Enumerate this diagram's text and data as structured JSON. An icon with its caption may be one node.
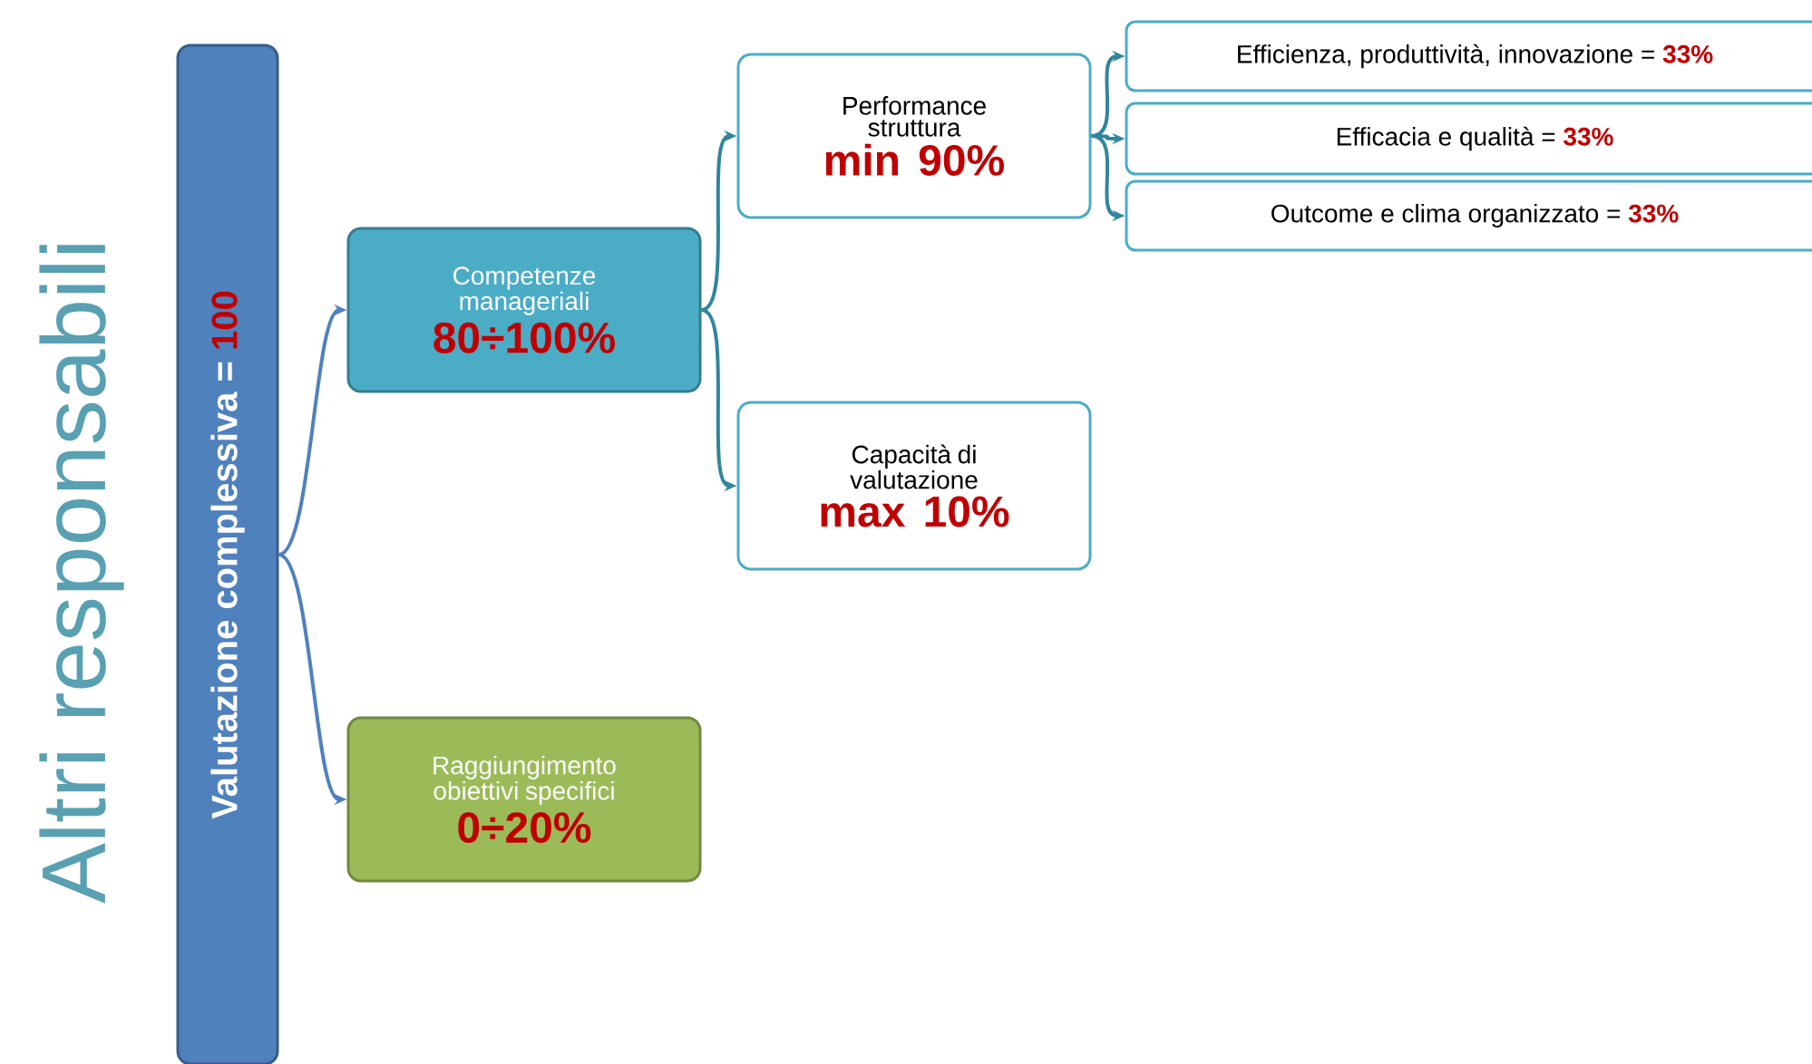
{
  "diagram": {
    "nodes": [
      {
        "text": [
          "Valutazione complessiva =",
          "100"
        ]
      },
      {
        "text": [
          "Competenze manageriali",
          "80÷100%"
        ]
      },
      {
        "text": [
          "Performance struttura",
          "min 90%"
        ]
      },
      {
        "text": [
          "Efficienza, produttività, innovazione =",
          "33%"
        ]
      },
      {
        "text": [
          "Efficacia e qualità =",
          "33%"
        ]
      },
      {
        "text": [
          "Outcome e clima organizzato =",
          "33%"
        ]
      },
      {
        "text": [
          "Capacità di valutazione",
          "max 10%"
        ]
      },
      {
        "text": [
          "Raggiungimento obiettivi specifici",
          "0÷20%"
        ]
      }
    ],
    "edges": [
      {
        "from": 0,
        "to": 1,
        "arrow": "to",
        "color": "#4f81bd"
      },
      {
        "from": 0,
        "to": 7,
        "arrow": "to",
        "color": "#4f81bd"
      },
      {
        "from": 1,
        "to": 2,
        "arrow": "to"
      },
      {
        "from": 1,
        "to": 6,
        "arrow": "to"
      },
      {
        "from": 2,
        "to": 3,
        "arrow": "to"
      },
      {
        "from": 2,
        "to": 4,
        "arrow": "to"
      },
      {
        "from": 2,
        "to": 5,
        "arrow": "to"
      }
    ],
    "labels": [
      "Altri responsabili"
    ]
  }
}
